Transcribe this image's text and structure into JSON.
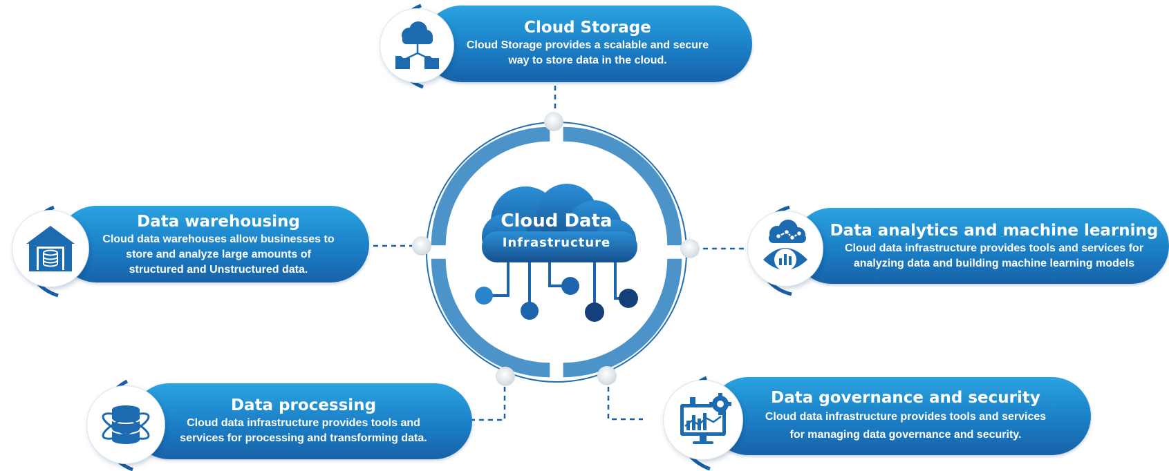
{
  "center": {
    "title": "Cloud Data",
    "subtitle": "Infrastructure"
  },
  "nodes": [
    {
      "id": "cloud-storage",
      "title": "Cloud Storage",
      "lines": [
        "Cloud Storage provides a scalable and secure",
        "way to store data in the cloud."
      ],
      "icon": "cloud-folder-network-icon"
    },
    {
      "id": "data-warehousing",
      "title": "Data warehousing",
      "lines": [
        "Cloud data warehouses allow businesses to",
        "store and analyze large amounts of",
        "structured and Unstructured data."
      ],
      "icon": "warehouse-database-icon"
    },
    {
      "id": "data-analytics",
      "title": "Data analytics and machine learning",
      "lines": [
        "Cloud data infrastructure provides tools and services for",
        "analyzing data and building machine learning models"
      ],
      "icon": "cloud-eye-analytics-icon"
    },
    {
      "id": "data-processing",
      "title": "Data processing",
      "lines": [
        "Cloud data infrastructure provides tools and",
        "services for processing and transforming data."
      ],
      "icon": "database-orbit-icon"
    },
    {
      "id": "data-governance",
      "title": "Data governance and security",
      "lines": [
        "Cloud data infrastructure provides tools and services",
        "for managing data governance and security."
      ],
      "icon": "monitor-gear-chart-icon"
    }
  ],
  "colors": {
    "pill_light": "#2aa3e0",
    "pill_dark": "#1862a8",
    "ring": "#4b93c9",
    "ring_outline": "#1f6fb2",
    "connector": "#1a5fa3",
    "icon": "#1c6bb0"
  }
}
